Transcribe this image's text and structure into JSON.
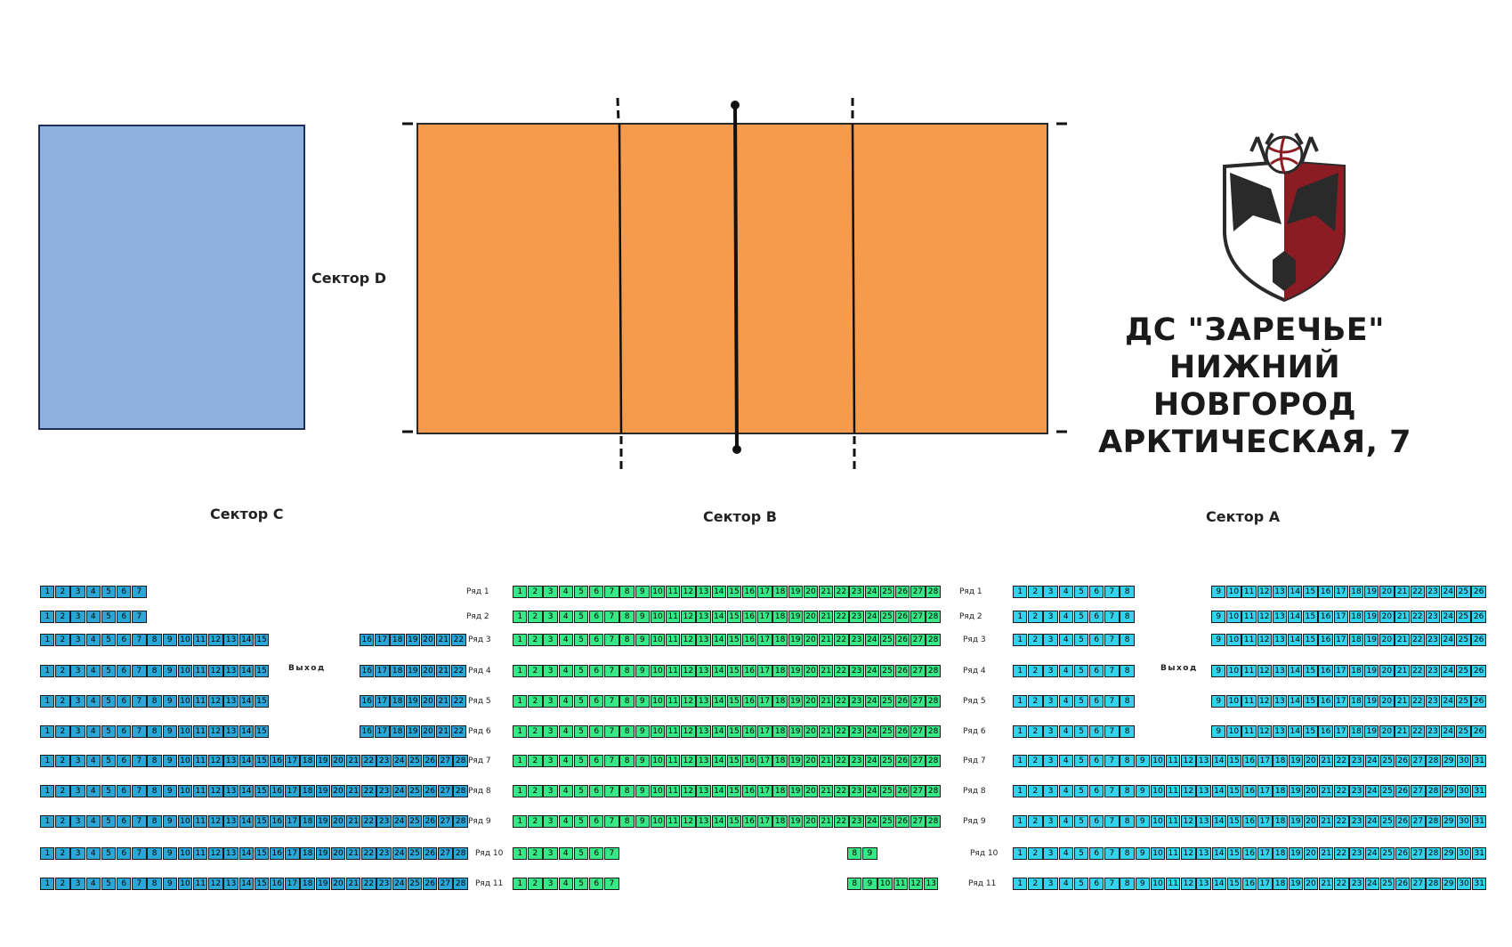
{
  "sectors": {
    "d": "Сектор D",
    "c": "Сектор C",
    "b": "Сектор B",
    "a": "Сектор A"
  },
  "venue": {
    "line1": "ДС \"ЗАРЕЧЬЕ\"",
    "line2": "НИЖНИЙ НОВГОРОД",
    "line3": "АРКТИЧЕСКАЯ, 7"
  },
  "exit_label": "Выход",
  "row_prefix": "Ряд",
  "colors": {
    "court": "#f59b4b",
    "sector_d": "#8eb1e0",
    "seat_c": "#2ba7d7",
    "seat_b": "#36e886",
    "seat_a": "#33d3ee",
    "logo_red": "#8c1c24"
  },
  "seating": {
    "sector_c": [
      {
        "row": "1",
        "blocks": [
          [
            1,
            7
          ]
        ]
      },
      {
        "row": "2",
        "blocks": [
          [
            1,
            7
          ]
        ]
      },
      {
        "row": "3",
        "blocks": [
          [
            1,
            15
          ],
          [
            16,
            22
          ]
        ]
      },
      {
        "row": "4",
        "blocks": [
          [
            1,
            15
          ],
          [
            16,
            22
          ]
        ]
      },
      {
        "row": "5",
        "blocks": [
          [
            1,
            15
          ],
          [
            16,
            22
          ]
        ]
      },
      {
        "row": "6",
        "blocks": [
          [
            1,
            15
          ],
          [
            16,
            22
          ]
        ]
      },
      {
        "row": "7",
        "blocks": [
          [
            1,
            28
          ]
        ]
      },
      {
        "row": "8",
        "blocks": [
          [
            1,
            28
          ]
        ]
      },
      {
        "row": "9",
        "blocks": [
          [
            1,
            28
          ]
        ]
      },
      {
        "row": "10",
        "blocks": [
          [
            1,
            28
          ]
        ]
      },
      {
        "row": "11",
        "blocks": [
          [
            1,
            28
          ]
        ]
      }
    ],
    "sector_b": [
      {
        "row": "1",
        "blocks": [
          [
            1,
            28
          ]
        ]
      },
      {
        "row": "2",
        "blocks": [
          [
            1,
            28
          ]
        ]
      },
      {
        "row": "3",
        "blocks": [
          [
            1,
            28
          ]
        ]
      },
      {
        "row": "4",
        "blocks": [
          [
            1,
            28
          ]
        ]
      },
      {
        "row": "5",
        "blocks": [
          [
            1,
            28
          ]
        ]
      },
      {
        "row": "6",
        "blocks": [
          [
            1,
            28
          ]
        ]
      },
      {
        "row": "7",
        "blocks": [
          [
            1,
            28
          ]
        ]
      },
      {
        "row": "8",
        "blocks": [
          [
            1,
            28
          ]
        ]
      },
      {
        "row": "9",
        "blocks": [
          [
            1,
            28
          ]
        ]
      },
      {
        "row": "10",
        "blocks": [
          [
            1,
            7
          ],
          [
            8,
            9
          ]
        ]
      },
      {
        "row": "11",
        "blocks": [
          [
            1,
            7
          ],
          [
            8,
            13
          ]
        ]
      }
    ],
    "sector_a": [
      {
        "row": "1",
        "blocks": [
          [
            1,
            8
          ],
          [
            9,
            26
          ]
        ]
      },
      {
        "row": "2",
        "blocks": [
          [
            1,
            8
          ],
          [
            9,
            26
          ]
        ]
      },
      {
        "row": "3",
        "blocks": [
          [
            1,
            8
          ],
          [
            9,
            26
          ]
        ]
      },
      {
        "row": "4",
        "blocks": [
          [
            1,
            8
          ],
          [
            9,
            26
          ]
        ]
      },
      {
        "row": "5",
        "blocks": [
          [
            1,
            8
          ],
          [
            9,
            26
          ]
        ]
      },
      {
        "row": "6",
        "blocks": [
          [
            1,
            8
          ],
          [
            9,
            26
          ]
        ]
      },
      {
        "row": "7",
        "blocks": [
          [
            1,
            31
          ]
        ]
      },
      {
        "row": "8",
        "blocks": [
          [
            1,
            31
          ]
        ]
      },
      {
        "row": "9",
        "blocks": [
          [
            1,
            31
          ]
        ]
      },
      {
        "row": "10",
        "blocks": [
          [
            1,
            31
          ]
        ]
      },
      {
        "row": "11",
        "blocks": [
          [
            1,
            31
          ]
        ]
      }
    ]
  }
}
